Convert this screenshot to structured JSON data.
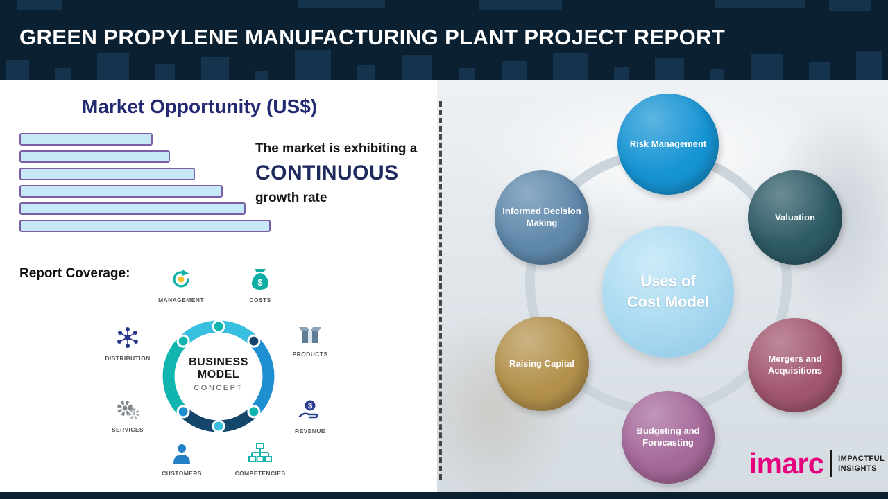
{
  "page": {
    "title": "GREEN PROPYLENE MANUFACTURING PLANT PROJECT REPORT"
  },
  "colors": {
    "header_bg": "#0b2132",
    "accent_navy": "#232a72",
    "bar_fill": "#c6e8f7",
    "bar_border": "#7a5fa8",
    "ring_gray": "#ccd5dc",
    "logo_pink": "#e6007d"
  },
  "left_panel": {
    "section_title": "Market Opportunity (US$)",
    "chart_data": {
      "type": "bar",
      "orientation": "horizontal",
      "title": "Market Opportunity (US$)",
      "categories": [
        "",
        "",
        "",
        "",
        "",
        ""
      ],
      "values": [
        53,
        60,
        70,
        81,
        90,
        100
      ],
      "note": "Six unlabeled ascending bars; values are relative lengths as % of the longest bar",
      "xlabel": "",
      "ylabel": "",
      "grid": false,
      "legend": false
    },
    "growth_text": {
      "line1": "The market is exhibiting a",
      "line2": "CONTINUOUS",
      "line3": "growth rate"
    },
    "report_coverage_label": "Report Coverage:",
    "business_model": {
      "center": {
        "line1": "BUSINESS",
        "line2": "MODEL",
        "line3": "CONCEPT"
      },
      "items": [
        {
          "label": "MANAGEMENT",
          "icon": "recycle-bulb-icon"
        },
        {
          "label": "COSTS",
          "icon": "money-bag-icon"
        },
        {
          "label": "DISTRIBUTION",
          "icon": "network-icon"
        },
        {
          "label": "PRODUCTS",
          "icon": "box-icon"
        },
        {
          "label": "SERVICES",
          "icon": "gears-icon"
        },
        {
          "label": "REVENUE",
          "icon": "hand-coin-icon"
        },
        {
          "label": "CUSTOMERS",
          "icon": "person-icon"
        },
        {
          "label": "COMPETENCIES",
          "icon": "hierarchy-icon"
        }
      ]
    }
  },
  "right_panel": {
    "diagram": {
      "center_label_line1": "Uses of",
      "center_label_line2": "Cost Model",
      "center_color": "#a9d9f0",
      "nodes": [
        {
          "label": "Risk Management",
          "color": "#1694d4",
          "position": "top"
        },
        {
          "label": "Valuation",
          "color": "#2d5a65",
          "position": "upper-right"
        },
        {
          "label": "Mergers and Acquisitions",
          "color": "#a2576f",
          "position": "lower-right"
        },
        {
          "label": "Budgeting and Forecasting",
          "color": "#a5689a",
          "position": "bottom"
        },
        {
          "label": "Raising Capital",
          "color": "#b3914c",
          "position": "lower-left"
        },
        {
          "label": "Informed Decision Making",
          "color": "#5f88ab",
          "position": "upper-left"
        }
      ]
    },
    "logo": {
      "brand": "imarc",
      "tagline_line1": "IMPACTFUL",
      "tagline_line2": "INSIGHTS"
    }
  }
}
